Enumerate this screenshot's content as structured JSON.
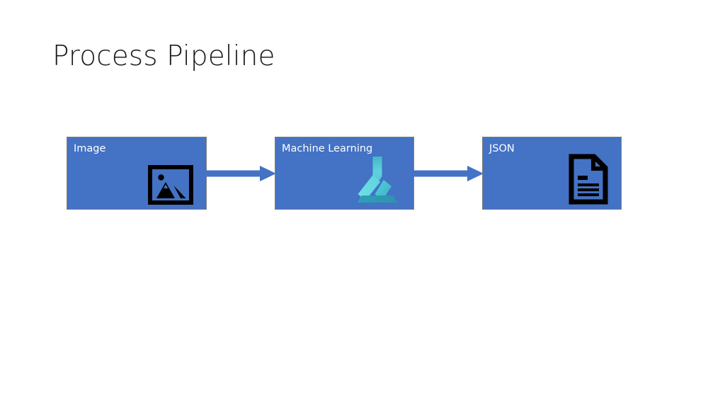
{
  "slide": {
    "title": "Process Pipeline",
    "background_color": "#FFFFFF",
    "title_color": "#1C1C1C",
    "accent_color": "#4472C4",
    "box_border_color": "#7F7F7F",
    "label_color": "#FFFFFF",
    "arrow_color": "#4472C4"
  },
  "pipeline": {
    "stages": [
      {
        "label": "Image",
        "icon": "picture-icon",
        "icon_color": "#000000",
        "fill": "#4472C4"
      },
      {
        "label": "Machine Learning",
        "icon": "azure-machine-learning-icon",
        "icon_color": "#36C5D8",
        "fill": "#4472C4"
      },
      {
        "label": "JSON",
        "icon": "document-icon",
        "icon_color": "#000000",
        "fill": "#4472C4"
      }
    ],
    "connectors": [
      {
        "icon": "arrow-right-icon",
        "from": "Image",
        "to": "Machine Learning"
      },
      {
        "icon": "arrow-right-icon",
        "from": "Machine Learning",
        "to": "JSON"
      }
    ]
  }
}
